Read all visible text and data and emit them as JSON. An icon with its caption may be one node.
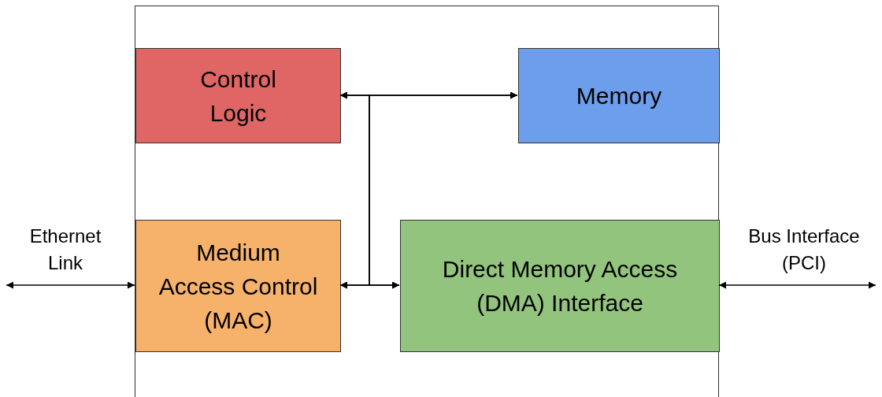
{
  "diagram": {
    "nodes": [
      {
        "text": [],
        "shape": "box"
      },
      {
        "text": [
          "Control Logic"
        ],
        "in": 0
      },
      {
        "text": [
          "Memory"
        ],
        "in": 0
      },
      {
        "text": [
          "Medium Access Control (MAC)"
        ],
        "in": 0
      },
      {
        "text": [
          "Direct Memory Access (DMA) Interface"
        ],
        "in": 0
      }
    ],
    "edges": [
      {
        "from": 1,
        "to": 2,
        "arrow": "both"
      },
      {
        "from": 3,
        "to": 4,
        "arrow": "both"
      },
      {
        "from": 1,
        "to": 3,
        "arrow": "both"
      },
      {
        "from": 2,
        "to": 4,
        "arrow": "both"
      },
      {
        "from": null,
        "to": 3,
        "arrow": "both",
        "label": "Ethernet Link"
      },
      {
        "from": 4,
        "to": null,
        "arrow": "both",
        "label": "Bus Interface (PCI)"
      }
    ]
  }
}
